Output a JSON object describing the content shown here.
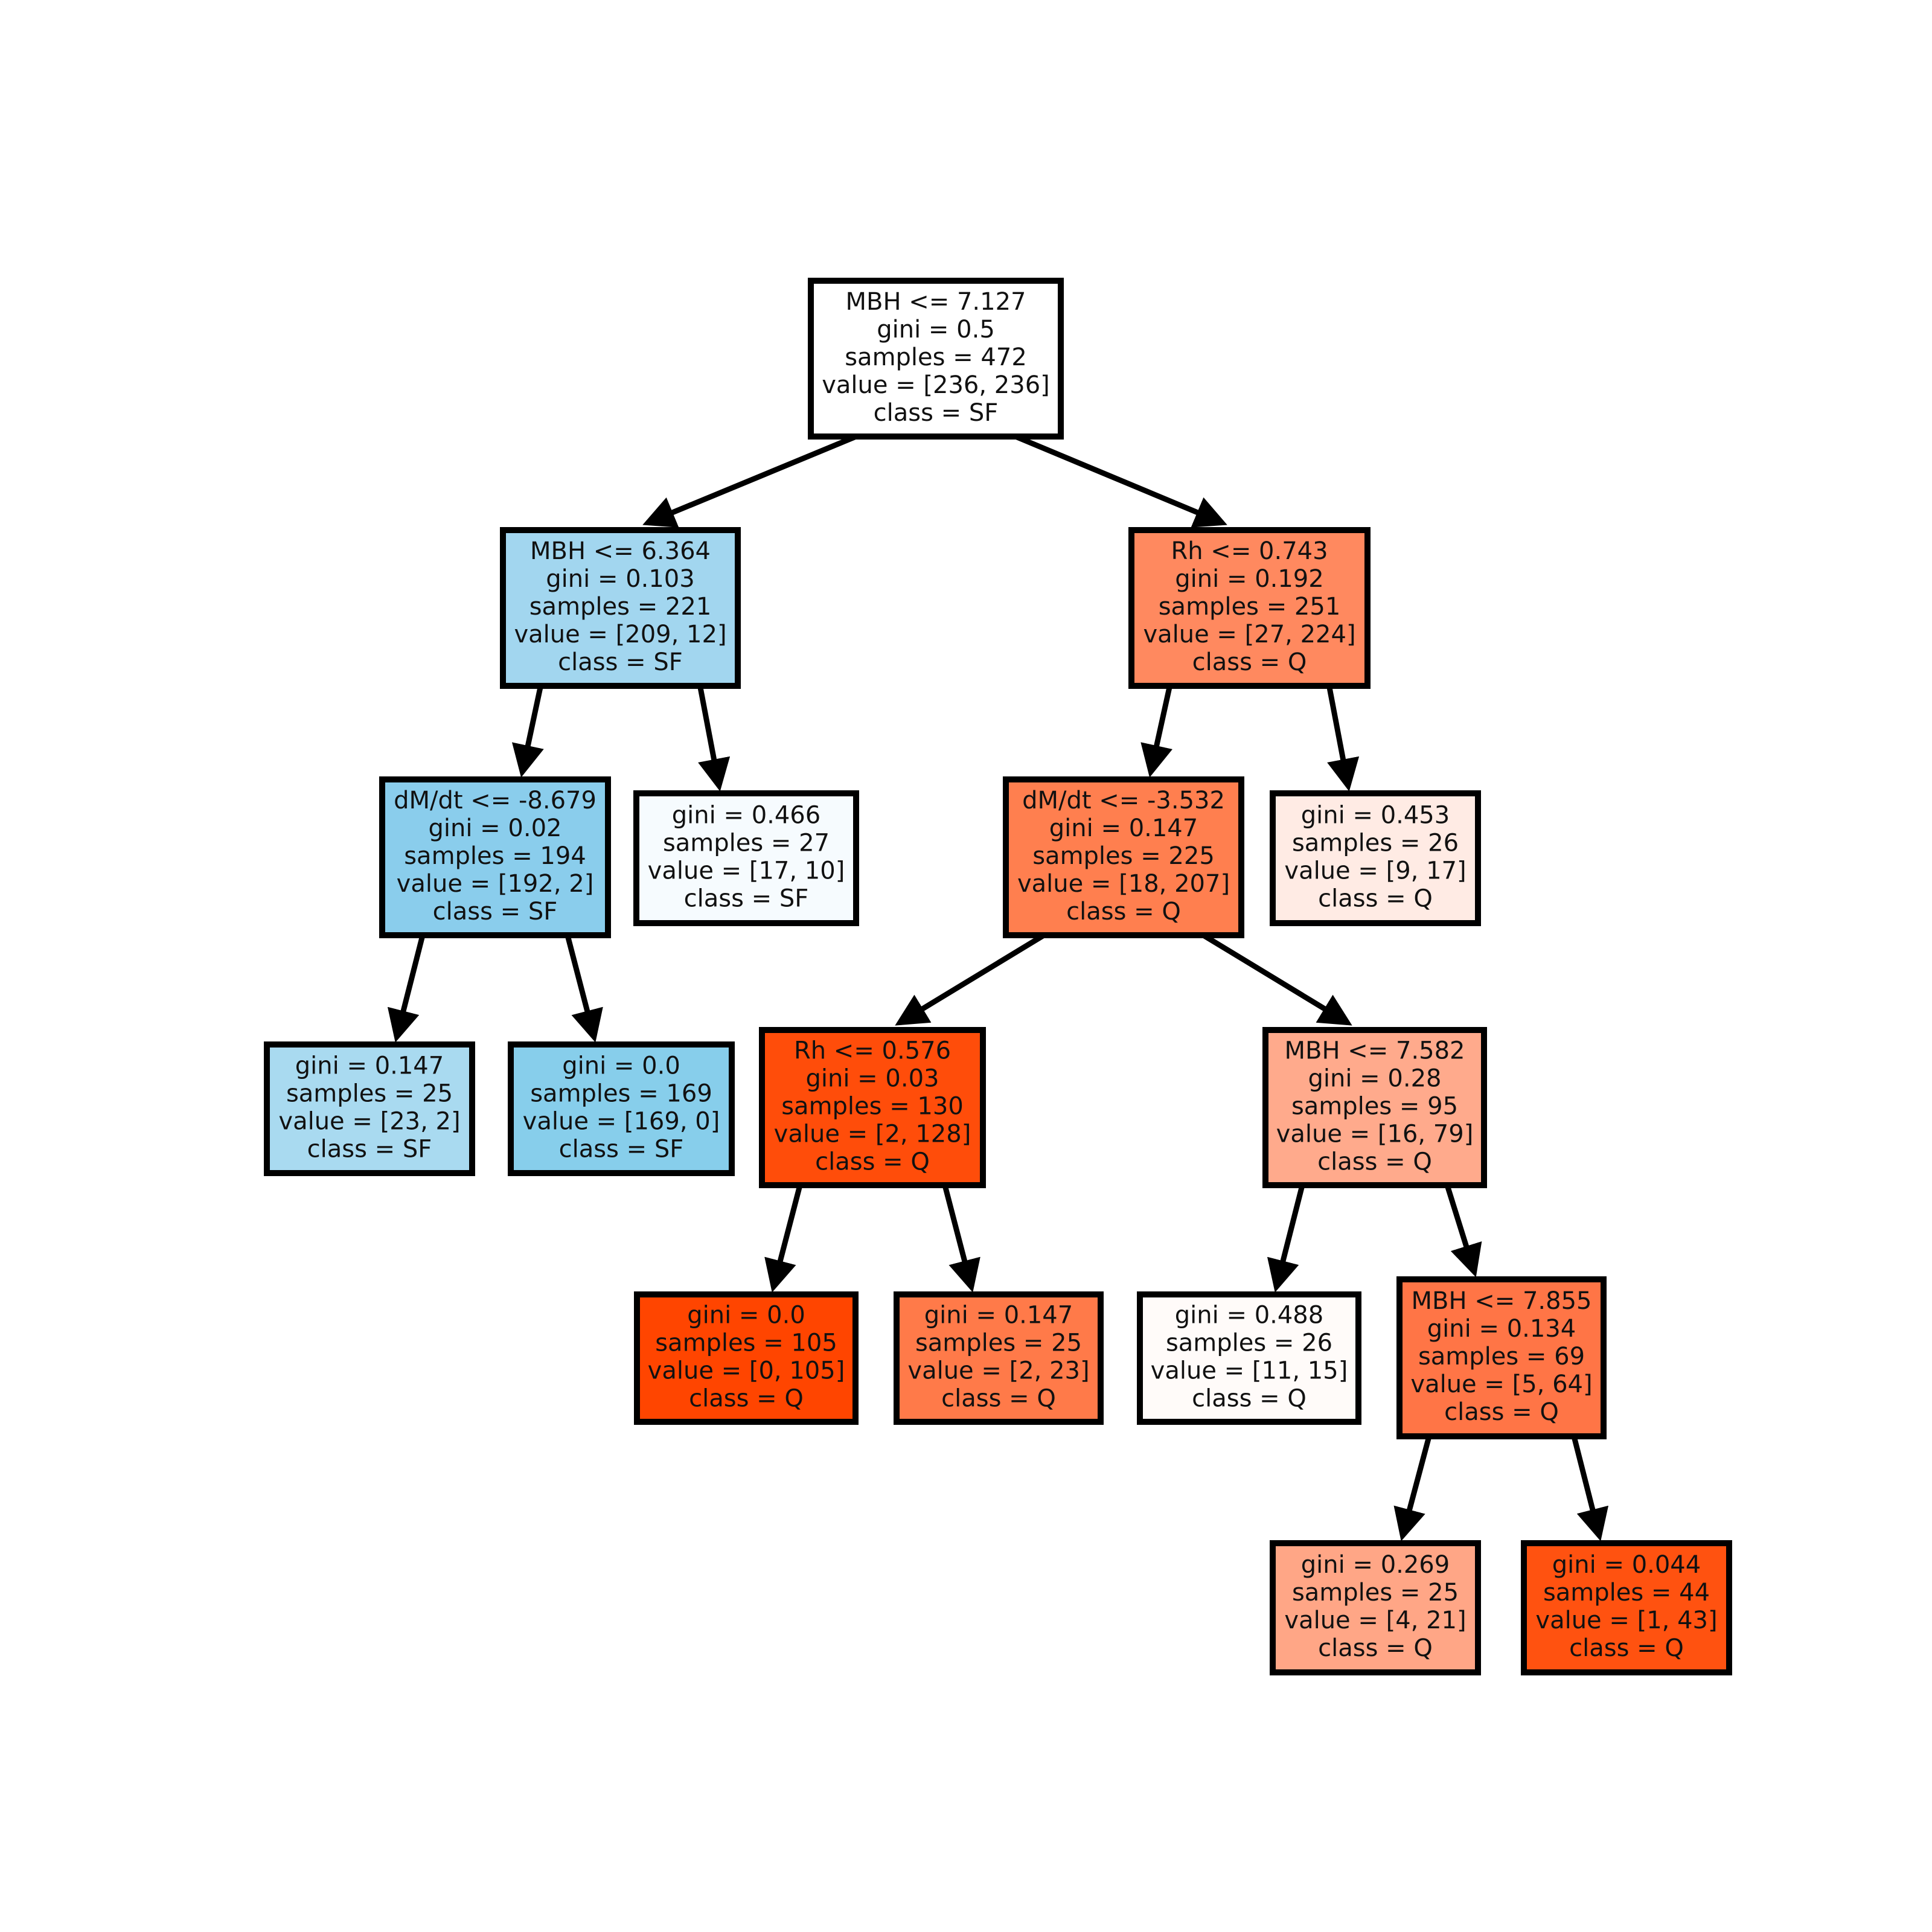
{
  "colors": {
    "border": "#000000",
    "edge": "#000000",
    "text": "#111111"
  },
  "nodes": [
    {
      "id": "n0",
      "lines": [
        "MBH <= 7.127",
        "gini = 0.5",
        "samples = 472",
        "value = [236, 236]",
        "class = SF"
      ],
      "fill": "#ffffff"
    },
    {
      "id": "n1",
      "lines": [
        "MBH <= 6.364",
        "gini = 0.103",
        "samples = 221",
        "value = [209, 12]",
        "class = SF"
      ],
      "fill": "#a2d6ef"
    },
    {
      "id": "n2",
      "lines": [
        "dM/dt <= -8.679",
        "gini = 0.02",
        "samples = 194",
        "value = [192, 2]",
        "class = SF"
      ],
      "fill": "#8acdec"
    },
    {
      "id": "n3",
      "lines": [
        "gini = 0.147",
        "samples = 25",
        "value = [23, 2]",
        "class = SF"
      ],
      "fill": "#a9daf0"
    },
    {
      "id": "n4",
      "lines": [
        "gini = 0.0",
        "samples = 169",
        "value = [169, 0]",
        "class = SF"
      ],
      "fill": "#87ceeb"
    },
    {
      "id": "n5",
      "lines": [
        "gini = 0.466",
        "samples = 27",
        "value = [17, 10]",
        "class = SF"
      ],
      "fill": "#f6fbfe"
    },
    {
      "id": "n6",
      "lines": [
        "Rh <= 0.743",
        "gini = 0.192",
        "samples = 251",
        "value = [27, 224]",
        "class = Q"
      ],
      "fill": "#ff895f"
    },
    {
      "id": "n7",
      "lines": [
        "dM/dt <= -3.532",
        "gini = 0.147",
        "samples = 225",
        "value = [18, 207]",
        "class = Q"
      ],
      "fill": "#ff7f4f"
    },
    {
      "id": "n8",
      "lines": [
        "Rh <= 0.576",
        "gini = 0.03",
        "samples = 130",
        "value = [2, 128]",
        "class = Q"
      ],
      "fill": "#ff4d0a"
    },
    {
      "id": "n9",
      "lines": [
        "gini = 0.0",
        "samples = 105",
        "value = [0, 105]",
        "class = Q"
      ],
      "fill": "#ff4500"
    },
    {
      "id": "n10",
      "lines": [
        "gini = 0.147",
        "samples = 25",
        "value = [2, 23]",
        "class = Q"
      ],
      "fill": "#ff7a49"
    },
    {
      "id": "n11",
      "lines": [
        "MBH <= 7.582",
        "gini = 0.28",
        "samples = 95",
        "value = [16, 79]",
        "class = Q"
      ],
      "fill": "#ffaa8c"
    },
    {
      "id": "n12",
      "lines": [
        "gini = 0.488",
        "samples = 26",
        "value = [11, 15]",
        "class = Q"
      ],
      "fill": "#fffbf9"
    },
    {
      "id": "n13",
      "lines": [
        "MBH <= 7.855",
        "gini = 0.134",
        "samples = 69",
        "value = [5, 64]",
        "class = Q"
      ],
      "fill": "#ff7546"
    },
    {
      "id": "n14",
      "lines": [
        "gini = 0.269",
        "samples = 25",
        "value = [4, 21]",
        "class = Q"
      ],
      "fill": "#ffa686"
    },
    {
      "id": "n15",
      "lines": [
        "gini = 0.044",
        "samples = 44",
        "value = [1, 43]",
        "class = Q"
      ],
      "fill": "#ff5210"
    },
    {
      "id": "n16",
      "lines": [
        "gini = 0.453",
        "samples = 26",
        "value = [9, 17]",
        "class = Q"
      ],
      "fill": "#ffebe4"
    }
  ],
  "edges": [
    [
      "n0",
      "n1"
    ],
    [
      "n0",
      "n6"
    ],
    [
      "n1",
      "n2"
    ],
    [
      "n1",
      "n5"
    ],
    [
      "n2",
      "n3"
    ],
    [
      "n2",
      "n4"
    ],
    [
      "n6",
      "n7"
    ],
    [
      "n6",
      "n16"
    ],
    [
      "n7",
      "n8"
    ],
    [
      "n7",
      "n11"
    ],
    [
      "n8",
      "n9"
    ],
    [
      "n8",
      "n10"
    ],
    [
      "n11",
      "n12"
    ],
    [
      "n11",
      "n13"
    ],
    [
      "n13",
      "n14"
    ],
    [
      "n13",
      "n15"
    ]
  ]
}
